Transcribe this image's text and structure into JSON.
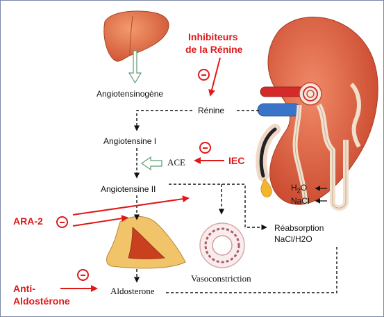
{
  "labels": {
    "angiotensinogene": "Angiotensinogène",
    "renine": "Rénine",
    "angiotensine1": "Angiotensine I",
    "ace": "ACE",
    "angiotensine2": "Angiotensine II",
    "aldosterone": "Aldosterone",
    "vasoconstriction": "Vasoconstriction",
    "reabsorption_line1": "Réabsorption",
    "reabsorption_line2": "NaCl/H2O",
    "water_h": "H",
    "water_sub": "2",
    "water_o": "O",
    "nacl": "NaCl"
  },
  "inhibitors": {
    "renine_inhibitor_line1": "Inhibiteurs",
    "renine_inhibitor_line2": "de la Rénine",
    "iec": "IEC",
    "ara2": "ARA-2",
    "anti_aldo_line1": "Anti-",
    "anti_aldo_line2": "Aldostérone"
  },
  "colors": {
    "inhibitor_red": "#e01818",
    "liver": "#e06a45",
    "kidney": "#e05a38",
    "adrenal": "#f2c46a",
    "artery": "#d42a2a",
    "vein": "#3a74c8",
    "arrow_green": "#5e9a70"
  }
}
